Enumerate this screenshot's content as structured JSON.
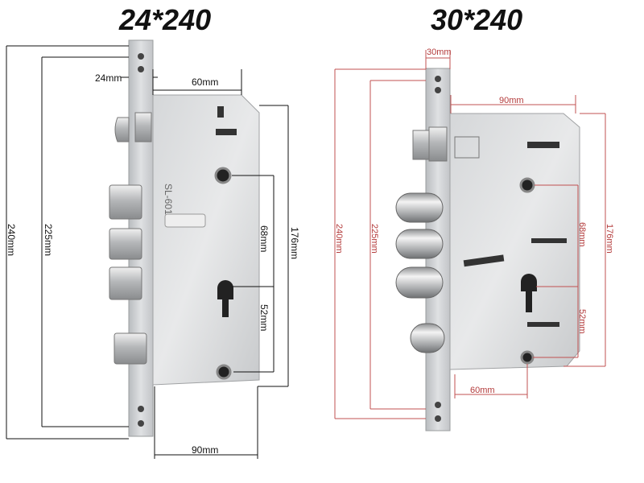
{
  "titles": {
    "left": "24*240",
    "right": "30*240"
  },
  "left_lock": {
    "dims": {
      "faceplate_width": "24mm",
      "case_depth": "60mm",
      "total_height": "240mm",
      "case_height": "225mm",
      "spacing_top": "176mm",
      "spacing_mid": "68mm",
      "spacing_low": "52mm",
      "backset": "90mm"
    },
    "engraving": "SL-601"
  },
  "right_lock": {
    "dims": {
      "faceplate_width": "30mm",
      "backset": "90mm",
      "total_height": "240mm",
      "case_height": "225mm",
      "spacing_top": "176mm",
      "spacing_mid": "68mm",
      "spacing_low": "52mm",
      "case_depth": "60mm"
    }
  },
  "colors": {
    "left_dim_line": "#111111",
    "right_dim_line": "#c05050",
    "steel": "#c9cbcd"
  }
}
